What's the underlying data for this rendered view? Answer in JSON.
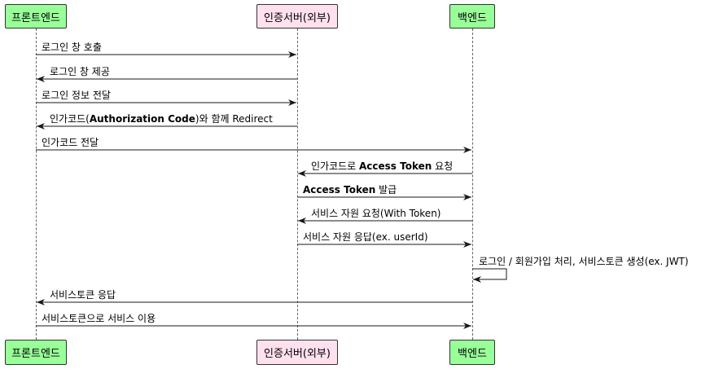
{
  "participants": [
    {
      "id": "fe",
      "name": "프론트엔드",
      "color": "#99ff99"
    },
    {
      "id": "auth",
      "name": "인증서버(외부)",
      "color": "#ffe0ee"
    },
    {
      "id": "be",
      "name": "백엔드",
      "color": "#99ff99"
    }
  ],
  "messages": [
    {
      "from": "fe",
      "to": "auth",
      "parts": [
        {
          "t": "로그인 창 호출"
        }
      ]
    },
    {
      "from": "auth",
      "to": "fe",
      "parts": [
        {
          "t": "로그인 창 제공"
        }
      ]
    },
    {
      "from": "fe",
      "to": "auth",
      "parts": [
        {
          "t": "로그인 정보 전달"
        }
      ]
    },
    {
      "from": "auth",
      "to": "fe",
      "parts": [
        {
          "t": "인가코드("
        },
        {
          "t": "Authorization Code",
          "b": true
        },
        {
          "t": ")와 함께 Redirect"
        }
      ]
    },
    {
      "from": "fe",
      "to": "be",
      "parts": [
        {
          "t": "인가코드 전달"
        }
      ]
    },
    {
      "from": "be",
      "to": "auth",
      "parts": [
        {
          "t": "인가코드로 "
        },
        {
          "t": "Access Token",
          "b": true
        },
        {
          "t": " 요청"
        }
      ]
    },
    {
      "from": "auth",
      "to": "be",
      "parts": [
        {
          "t": "Access Token",
          "b": true
        },
        {
          "t": " 발급"
        }
      ]
    },
    {
      "from": "be",
      "to": "auth",
      "parts": [
        {
          "t": "서비스 자원 요청(With Token)"
        }
      ]
    },
    {
      "from": "auth",
      "to": "be",
      "parts": [
        {
          "t": "서비스 자원 응답(ex. userId)"
        }
      ]
    },
    {
      "from": "be",
      "to": "be",
      "parts": [
        {
          "t": "로그인 / 회원가입 처리, 서비스토큰 생성(ex. JWT)"
        }
      ]
    },
    {
      "from": "be",
      "to": "fe",
      "parts": [
        {
          "t": "서비스토큰 응답"
        }
      ]
    },
    {
      "from": "fe",
      "to": "be",
      "parts": [
        {
          "t": "서비스토큰으로 서비스 이용"
        }
      ]
    }
  ]
}
